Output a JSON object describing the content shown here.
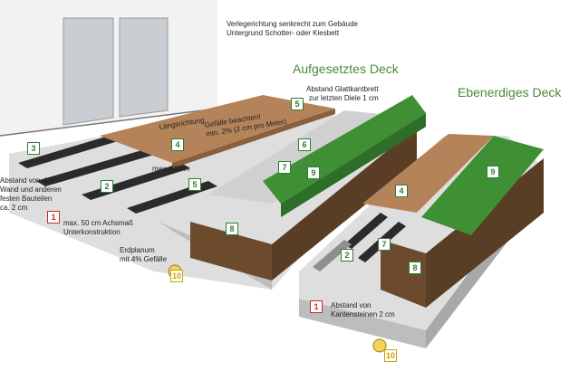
{
  "header": {
    "line1": "Verlegerichtung senkrecht zum Gebäude",
    "line2": "Untergrund Schotter- oder Kiesbett"
  },
  "titles": {
    "raised_deck": "Aufgesetztes Deck",
    "ground_deck": "Ebenerdiges Deck"
  },
  "notes": {
    "gap_edge_line1": "Abstand Glattkantbrett",
    "gap_edge_line2": "zur letzten Diele 1 cm",
    "direction": "Längsrichtung",
    "slope_line1": "Gefälle beachten!",
    "slope_line2": "min. 2% (2 cm pro Meter)",
    "max40": "max. 40 cm",
    "wall_gap_line1": "Abstand von der",
    "wall_gap_line2": "Wand und anderen",
    "wall_gap_line3": "festen Bauteilen",
    "wall_gap_line4": "ca. 2 cm",
    "axis_line1": "max. 50 cm Achsmaß",
    "axis_line2": "Unterkonstruktion",
    "subgrade_line1": "Erdplanum",
    "subgrade_line2": "mit 4% Gefälle",
    "curb_gap_line1": "Abstand von",
    "curb_gap_line2": "Kantensteinen 2 cm"
  },
  "badges": {
    "b1a": "1",
    "b2a": "2",
    "b3": "3",
    "b4a": "4",
    "b5a": "5",
    "b5b": "5",
    "b6": "6",
    "b7a": "7",
    "b8a": "8",
    "b9a": "9",
    "b10a": "10",
    "b1b": "1",
    "b2b": "2",
    "b4b": "4",
    "b7b": "7",
    "b8b": "8",
    "b9b": "9",
    "b10b": "10"
  },
  "colors": {
    "title_green": "#4a8a3a",
    "deck_brown": "#b5835a",
    "grass": "#3f8f35",
    "soil": "#6b4a2e",
    "gravel": "#cfcfcf",
    "joist": "#2b2b2b"
  }
}
